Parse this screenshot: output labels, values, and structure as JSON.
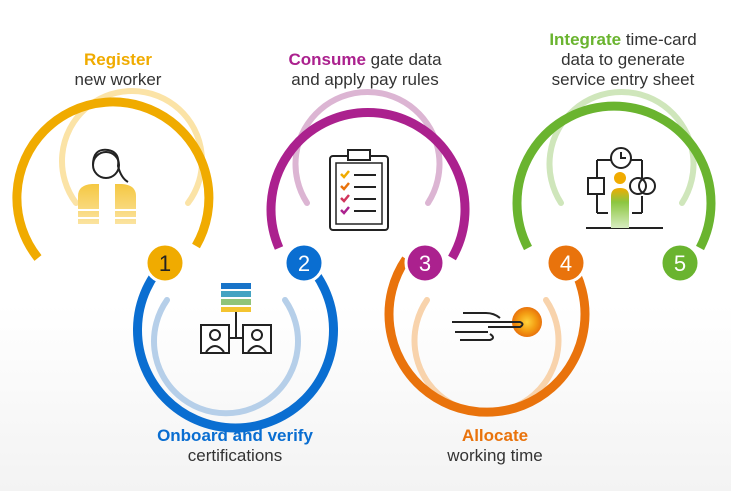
{
  "colors": {
    "step1": "#f0ab00",
    "step2": "#0a6ed1",
    "step3": "#ab218e",
    "step4": "#e9730c",
    "step5": "#6ab42f",
    "text": "#333333"
  },
  "steps": [
    {
      "number": "1",
      "label_bold": "Register",
      "label_rest": "",
      "label_line2": "new worker",
      "icon": "worker-person-icon"
    },
    {
      "number": "2",
      "label_bold": "Onboard and verify",
      "label_rest": "",
      "label_line2": "certifications",
      "icon": "org-chart-icon"
    },
    {
      "number": "3",
      "label_bold": "Consume",
      "label_rest": " gate data",
      "label_line2": "and apply pay rules",
      "icon": "clipboard-checklist-icon"
    },
    {
      "number": "4",
      "label_bold": "Allocate",
      "label_rest": "",
      "label_line2": "working time",
      "icon": "hand-pressing-button-icon"
    },
    {
      "number": "5",
      "label_bold": "Integrate",
      "label_rest": " time-card",
      "label_line2": "data to generate",
      "label_line3": "service entry sheet",
      "icon": "process-integration-icon"
    }
  ]
}
